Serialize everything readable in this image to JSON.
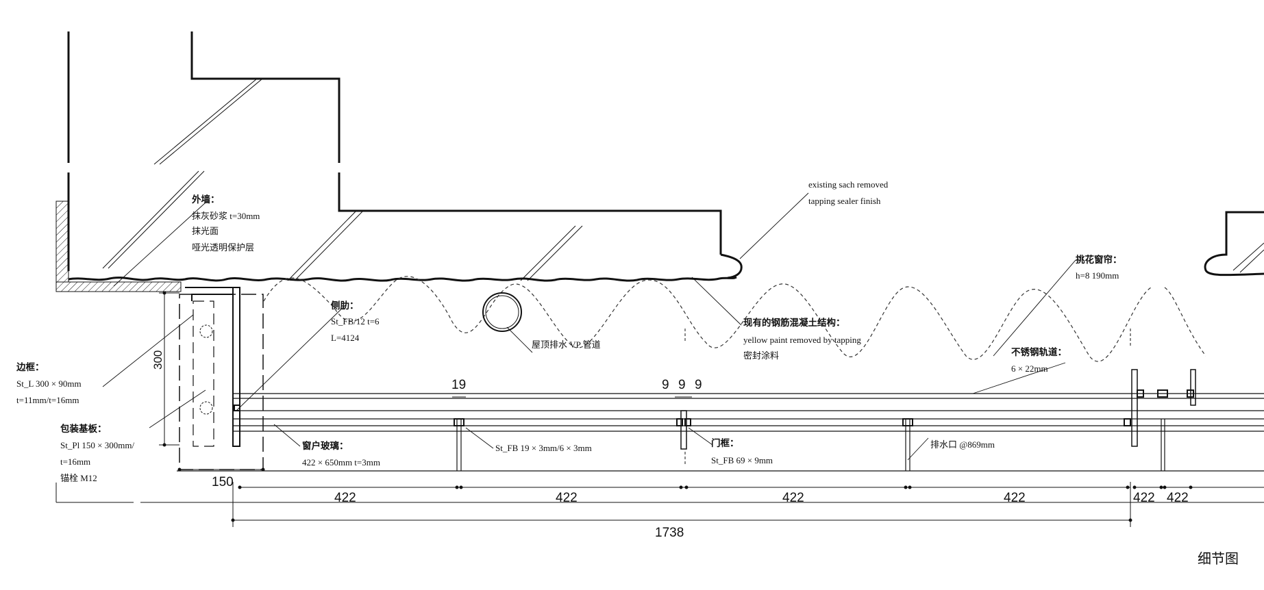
{
  "caption": "细节图",
  "notes": {
    "existing_1": "existing sach removed",
    "existing_2": "tapping sealer finish",
    "wall_title": "外墙：",
    "wall_1": "抹灰砂浆 t=30mm",
    "wall_2": "抹光面",
    "wall_3": "哑光透明保护层",
    "rib_title": "侧肋：",
    "rib_1": "St_FB/12 t=6",
    "rib_2": "L=4124",
    "pipe": "屋顶排水 VP 管道",
    "concrete_title": "现有的钢筋混凝土结构：",
    "concrete_1": "yellow paint removed by tapping",
    "concrete_2": "密封涂料",
    "lattice_title": "挑花窗帘：",
    "lattice_1": "h=8 190mm",
    "rail_title": "不锈钢轨道：",
    "rail_1": "6 × 22mm",
    "edge_title": "边框：",
    "edge_1": "St_L 300 × 90mm",
    "edge_2": "t=11mm/t=16mm",
    "base_title": "包装基板：",
    "base_1": "St_Pl 150 × 300mm/",
    "base_2": "t=16mm",
    "base_3": "锚栓 M12",
    "glass_title": "窗户玻璃：",
    "glass_1": "422 × 650mm t=3mm",
    "flatbar": "St_FB 19 × 3mm/6 × 3mm",
    "frame_title": "门框：",
    "frame_1": "St_FB 69 × 9mm",
    "drain": "排水口 @869mm"
  },
  "dimensions": {
    "d19": "19",
    "d9a": "9",
    "d9b": "9",
    "d9c": "9",
    "d300": "300",
    "d150": "150",
    "d422_1": "422",
    "d422_2": "422",
    "d422_3": "422",
    "d422_4": "422",
    "d422_5": "422",
    "d422_6": "422",
    "d1738": "1738"
  }
}
